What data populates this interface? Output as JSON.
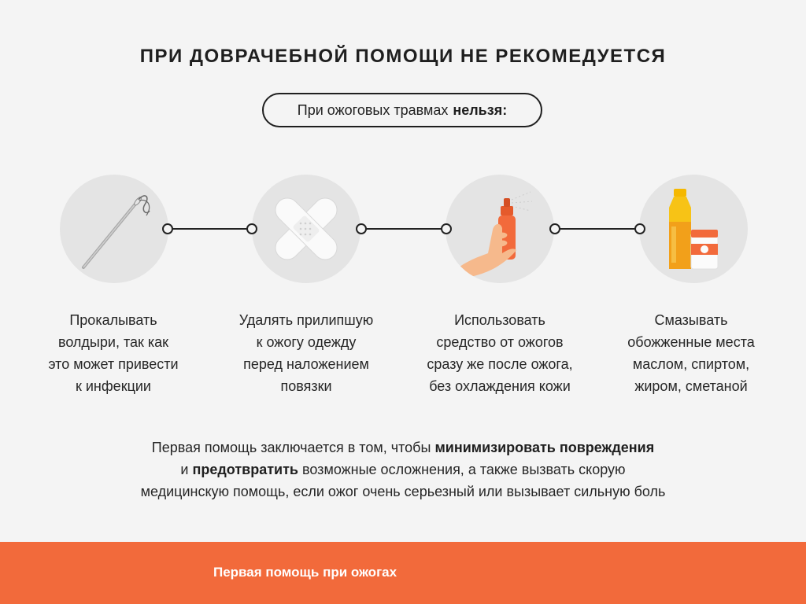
{
  "title": "ПРИ ДОВРАЧЕБНОЙ ПОМОЩИ НЕ РЕКОМЕДУЕТСЯ",
  "subtitle": {
    "prefix": "При ожоговых травмах",
    "bold": "нельзя:"
  },
  "items": [
    {
      "icon": "needle-icon",
      "lines": [
        "Прокалывать",
        "волдыри, так как",
        "это может привести",
        "к инфекции"
      ]
    },
    {
      "icon": "bandage-icon",
      "lines": [
        "Удалять прилипшую",
        "к ожогу одежду",
        "перед наложением",
        "повязки"
      ]
    },
    {
      "icon": "spray-hand-icon",
      "lines": [
        "Использовать",
        "средство от ожогов",
        "сразу же после ожога,",
        "без охлаждения кожи"
      ]
    },
    {
      "icon": "oil-bottle-icon",
      "lines": [
        "Смазывать",
        "обожженные места",
        "маслом, спиртом,",
        "жиром, сметаной"
      ]
    }
  ],
  "summary": {
    "l1_pre": "Первая помощь заключается в том, чтобы",
    "l1_bold": "минимизировать повреждения",
    "l2_pre": "и",
    "l2_bold": "предотвратить",
    "l2_post": "возможные осложнения, а также вызвать скорую",
    "l3": "медицинскую помощь, если ожог очень серьезный или вызывает сильную боль"
  },
  "footer": {
    "label": "Первая помощь при ожогах"
  },
  "colors": {
    "accent": "#f26a3b",
    "background": "#f4f4f4",
    "circle": "#e4e4e4",
    "text": "#222222"
  }
}
